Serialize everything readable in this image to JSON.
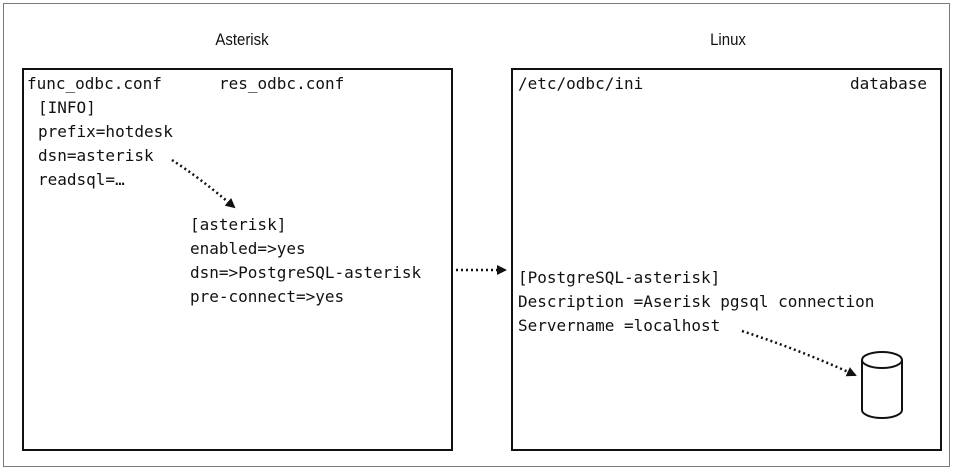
{
  "sections": {
    "left_title": "Asterisk",
    "right_title": "Linux"
  },
  "left_panel": {
    "file1": "func_odbc.conf",
    "file2": "res_odbc.conf",
    "func_lines": [
      "[INFO]",
      "prefix=hotdesk",
      "dsn=asterisk",
      "readsql=…"
    ],
    "res_lines": [
      "[asterisk]",
      "enabled=>yes",
      "dsn=>PostgreSQL-asterisk",
      "pre-connect=>yes"
    ]
  },
  "right_panel": {
    "file": "/etc/odbc/ini",
    "db_label": "database",
    "lines": [
      "[PostgreSQL-asterisk]",
      "Description =Aserisk pgsql connection",
      "Servername =localhost"
    ]
  },
  "icons": {
    "database": "database-cylinder-icon"
  },
  "colors": {
    "stroke": "#111111",
    "frame": "#7a7a7a"
  }
}
